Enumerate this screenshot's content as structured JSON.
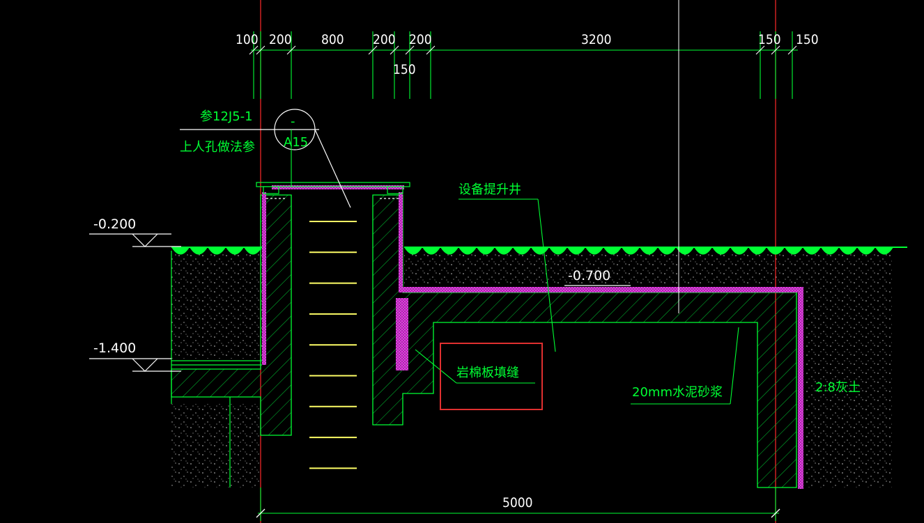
{
  "dimensions": {
    "top": [
      "100",
      "200",
      "800",
      "200",
      "200",
      "3200",
      "150",
      "150"
    ],
    "sub": "150",
    "bottom": "5000"
  },
  "levels": {
    "ground": "-0.200",
    "lower": "-1.400",
    "roof": "-0.700"
  },
  "annotations": {
    "ref_code": "参12J5-1",
    "ref_desc": "上人孔做法参",
    "detail_top": "-",
    "detail_bottom": "A15",
    "shaft": "设备提升井",
    "rockwool": "岩棉板填缝",
    "mortar": "20mm水泥砂浆",
    "soil": "2:8灰土"
  },
  "colors": {
    "background": "#000000",
    "green": "#00ff33",
    "red_axis": "#ff2a2a",
    "magenta": "#ff33ff",
    "yellow_rung": "#ffff66",
    "highlight_box": "#e03030"
  }
}
